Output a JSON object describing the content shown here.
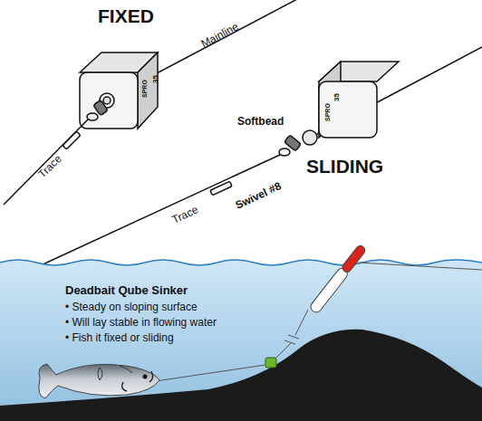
{
  "diagram": {
    "labels": [
      "FIXED",
      "Mainline",
      "SPRO",
      "35",
      "Trace",
      "SPRO",
      "35",
      "Softbead",
      "Trace",
      "Swivel #8",
      "SLIDING",
      "Deadbait Qube Sinker",
      "• Steady on sloping surface",
      "• Will lay stable in flowing water",
      "• Fish it fixed or sliding"
    ]
  }
}
